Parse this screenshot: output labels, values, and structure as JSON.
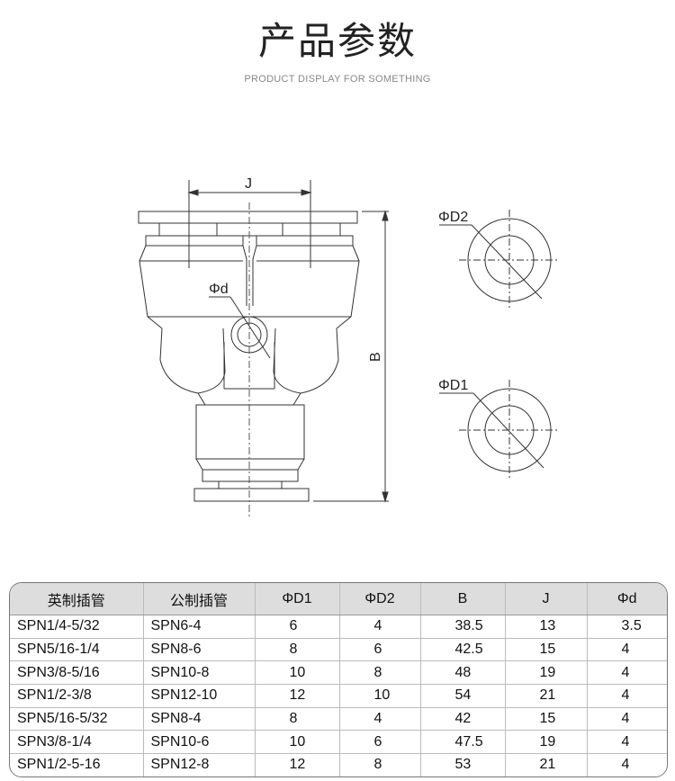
{
  "header": {
    "title": "产品参数",
    "subtitle": "PRODUCT DISPLAY FOR SOMETHING"
  },
  "drawing": {
    "labels": {
      "J": "J",
      "B": "B",
      "d": "Φd",
      "D2": "ΦD2",
      "D1": "ΦD1"
    }
  },
  "table": {
    "columns": [
      "英制插管",
      "公制插管",
      "ΦD1",
      "ΦD2",
      "B",
      "J",
      "Φd"
    ],
    "rows": [
      [
        "SPN1/4-5/32",
        "SPN6-4",
        "6",
        "4",
        "38.5",
        "13",
        "3.5"
      ],
      [
        "SPN5/16-1/4",
        "SPN8-6",
        "8",
        "6",
        "42.5",
        "15",
        "4"
      ],
      [
        "SPN3/8-5/16",
        "SPN10-8",
        "10",
        "8",
        "48",
        "19",
        "4"
      ],
      [
        "SPN1/2-3/8",
        "SPN12-10",
        "12",
        "10",
        "54",
        "21",
        "4"
      ],
      [
        "SPN5/16-5/32",
        "SPN8-4",
        "8",
        "4",
        "42",
        "15",
        "4"
      ],
      [
        "SPN3/8-1/4",
        "SPN10-6",
        "10",
        "6",
        "47.5",
        "19",
        "4"
      ],
      [
        "SPN1/2-5-16",
        "SPN12-8",
        "12",
        "8",
        "53",
        "21",
        "4"
      ]
    ]
  }
}
